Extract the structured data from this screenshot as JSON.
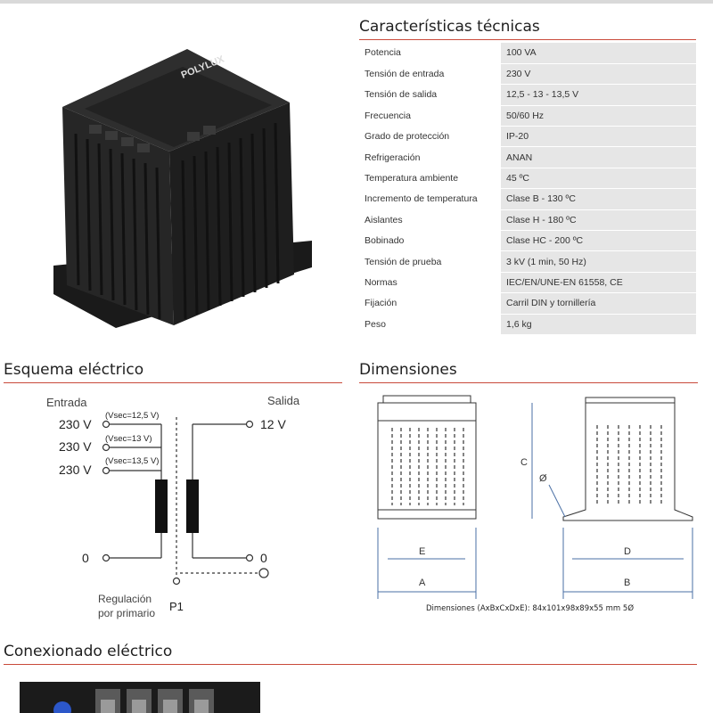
{
  "sections": {
    "specs_title": "Características técnicas",
    "schematic_title": "Esquema eléctrico",
    "dimensions_title": "Dimensiones",
    "connection_title": "Conexionado eléctrico"
  },
  "product": {
    "brand": "POLYLUX"
  },
  "specs": [
    {
      "label": "Potencia",
      "value": "100 VA"
    },
    {
      "label": "Tensión de entrada",
      "value": "230 V"
    },
    {
      "label": "Tensión de salida",
      "value": "12,5 - 13 - 13,5 V"
    },
    {
      "label": "Frecuencia",
      "value": "50/60 Hz"
    },
    {
      "label": "Grado de protección",
      "value": "IP-20"
    },
    {
      "label": "Refrigeración",
      "value": "ANAN"
    },
    {
      "label": "Temperatura ambiente",
      "value": "45 ºC"
    },
    {
      "label": "Incremento de temperatura",
      "value": "Clase B - 130 ºC"
    },
    {
      "label": "Aislantes",
      "value": "Clase H - 180 ºC"
    },
    {
      "label": "Bobinado",
      "value": "Clase HC - 200 ºC"
    },
    {
      "label": "Tensión de prueba",
      "value": "3 kV (1 min, 50 Hz)"
    },
    {
      "label": "Normas",
      "value": "IEC/EN/UNE-EN 61558, CE"
    },
    {
      "label": "Fijación",
      "value": "Carril DIN y tornillería"
    },
    {
      "label": "Peso",
      "value": "1,6 kg"
    }
  ],
  "schematic": {
    "input_label": "Entrada",
    "output_label": "Salida",
    "inputs": [
      "230 V",
      "230 V",
      "230 V"
    ],
    "taps": [
      "(Vsec=12,5 V)",
      "(Vsec=13 V)",
      "(Vsec=13,5 V)"
    ],
    "output_voltage": "12 V",
    "zero_in": "0",
    "zero_out": "0",
    "p1": "P1",
    "regulation_line1": "Regulación",
    "regulation_line2": "por primario"
  },
  "dimensions": {
    "labels": {
      "a": "A",
      "b": "B",
      "c": "C",
      "d": "D",
      "e": "E",
      "dia": "Ø"
    },
    "caption": "Dimensiones (AxBxCxDxE): 84x101x98x89x55 mm 5Ø"
  },
  "colors": {
    "accent_rule": "#c94a3a",
    "value_cell": "#e6e6e6",
    "dim_blue": "#4a6fa5"
  }
}
